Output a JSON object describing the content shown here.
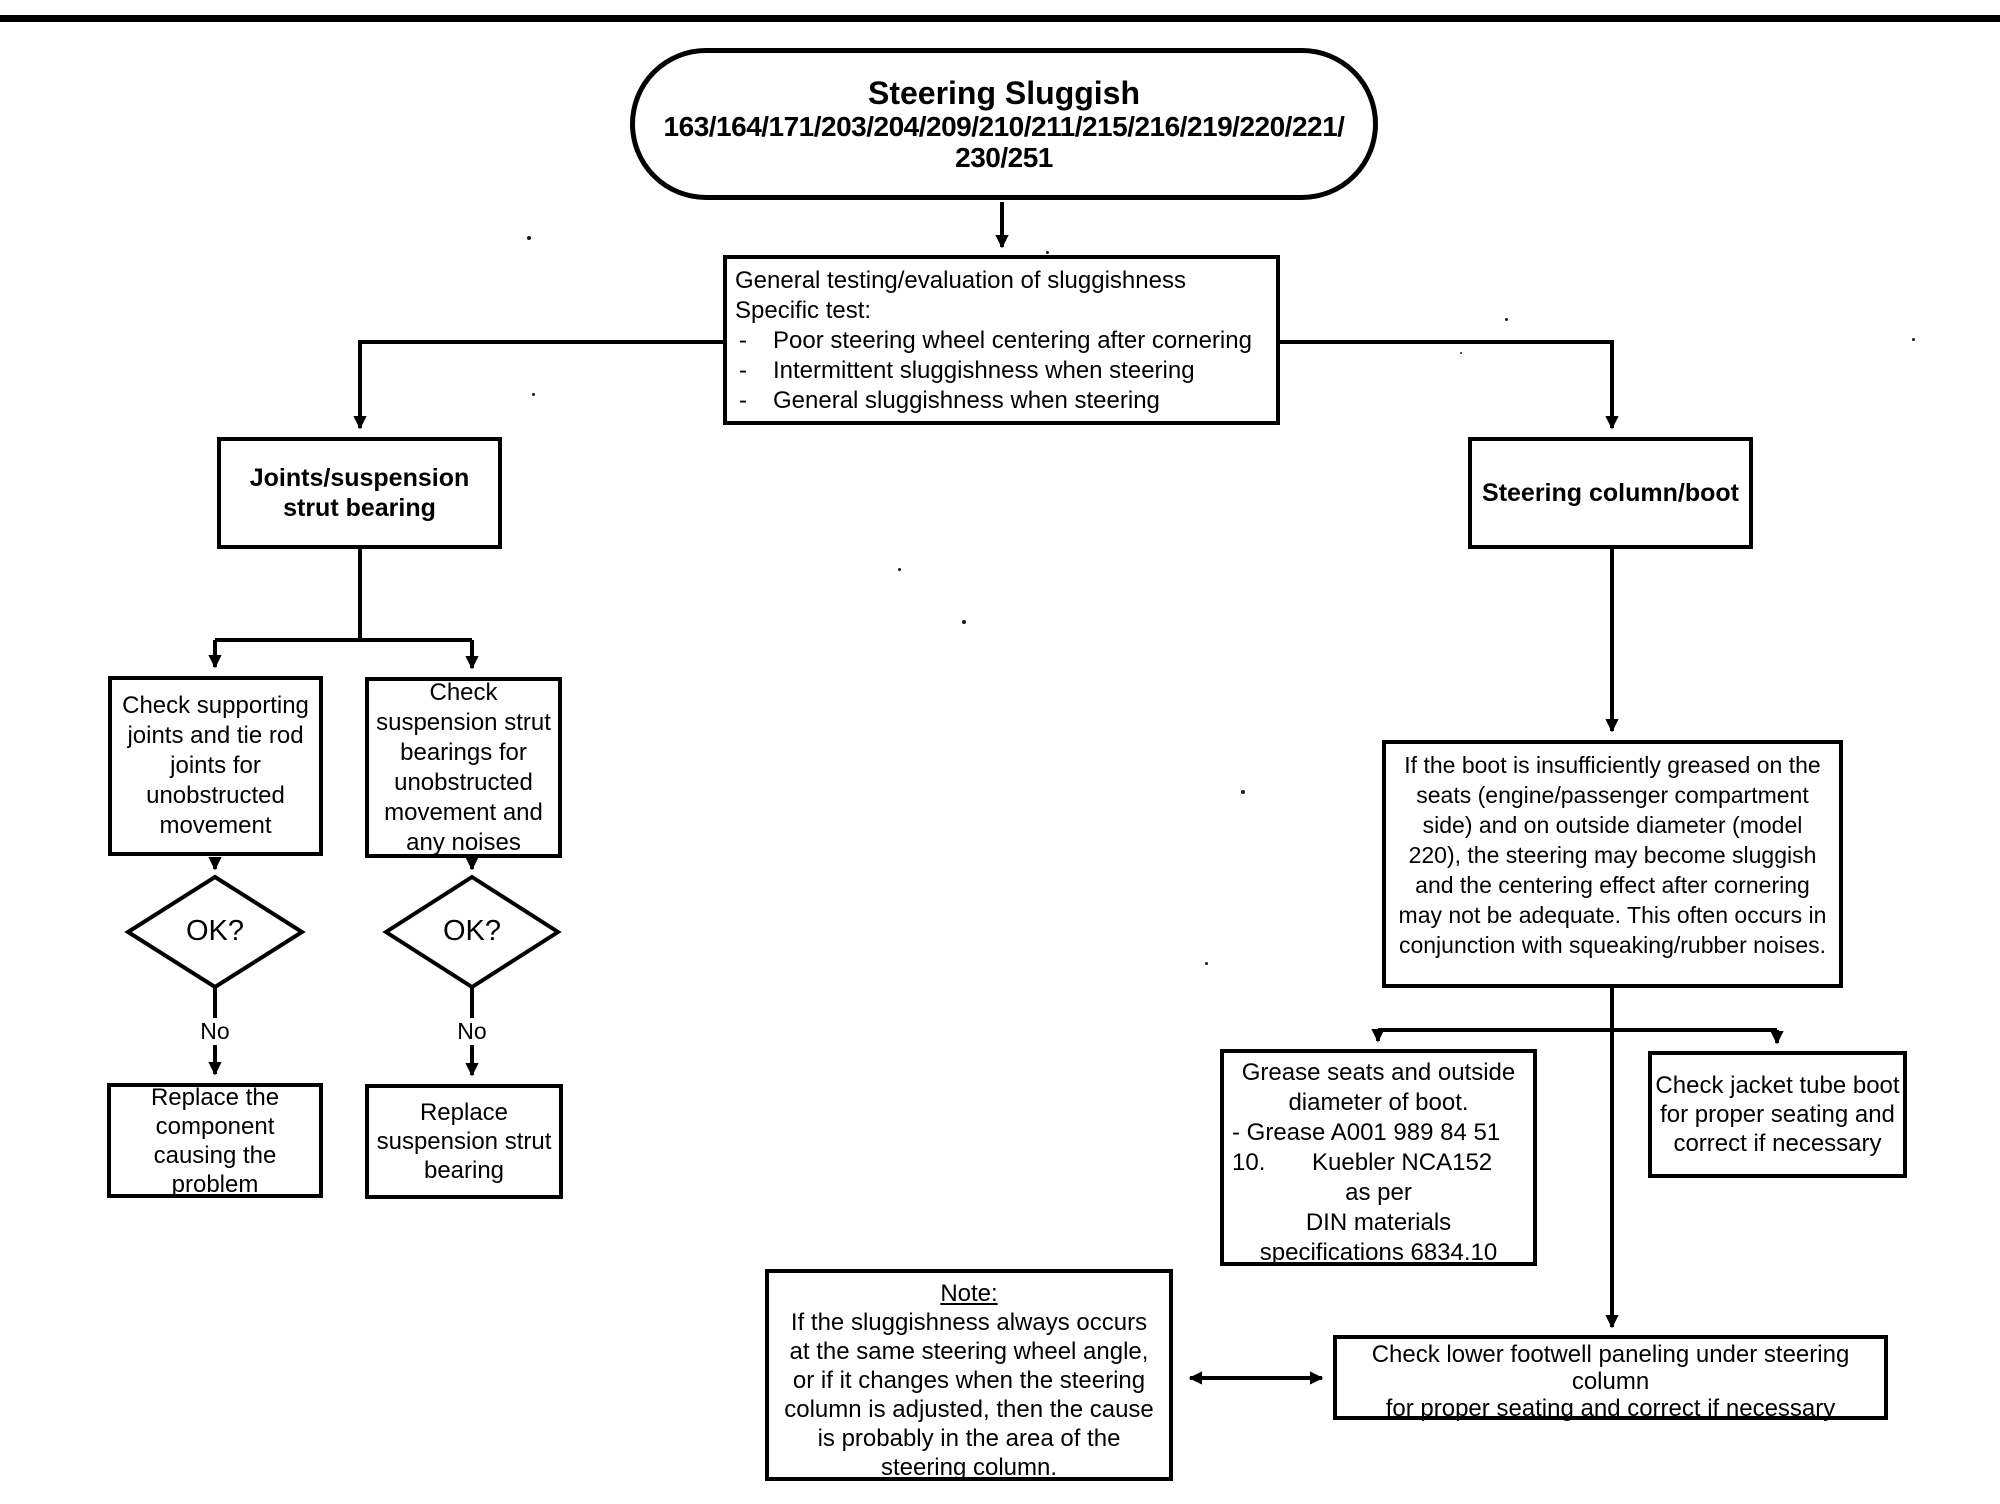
{
  "title_node": {
    "line1": "Steering Sluggish",
    "line2": "163/164/171/203/204/209/210/211/215/216/219/220/221/",
    "line3": "230/251"
  },
  "general_test": {
    "line1": "General testing/evaluation of sluggishness",
    "line2": "Specific test:",
    "dash": "-",
    "bullets": [
      "Poor steering wheel centering after cornering",
      "Intermittent sluggishness when steering",
      "General sluggishness when steering"
    ]
  },
  "joints_branch": {
    "label": "Joints/suspension strut bearing"
  },
  "steering_branch": {
    "label": "Steering column/boot"
  },
  "check_supporting": {
    "text": "Check supporting joints and tie rod joints for unobstructed movement"
  },
  "check_strut": {
    "text": "Check suspension strut bearings for unobstructed movement and any noises"
  },
  "decision_left": {
    "label": "OK?",
    "no_label": "No"
  },
  "decision_right": {
    "label": "OK?",
    "no_label": "No"
  },
  "replace_component": {
    "text": "Replace the component causing the problem"
  },
  "replace_strut": {
    "text": "Replace suspension strut bearing"
  },
  "boot_info": {
    "text": "If the boot is insufficiently greased on the seats (engine/passenger compartment side) and on outside diameter (model 220), the steering may become sluggish and the centering effect after cornering may not be adequate. This often occurs in conjunction with squeaking/rubber noises."
  },
  "grease": {
    "lines": [
      "Grease seats and outside",
      "diameter of boot.",
      "- Grease A001 989 84 51",
      "10.       Kuebler NCA152",
      "as per",
      "DIN materials",
      "specifications 6834.10"
    ]
  },
  "jacket": {
    "text": "Check jacket tube boot for proper seating and correct if necessary"
  },
  "note": {
    "title": "Note:",
    "text": "If the sluggishness always occurs at the same steering wheel angle, or if it changes when the steering column is adjusted, then the cause is probably in the area of the steering column."
  },
  "footwell": {
    "line1": "Check lower footwell paneling under steering column",
    "line2": "for proper seating and correct if necessary"
  },
  "colors": {
    "ink": "#000000",
    "paper": "#ffffff"
  }
}
